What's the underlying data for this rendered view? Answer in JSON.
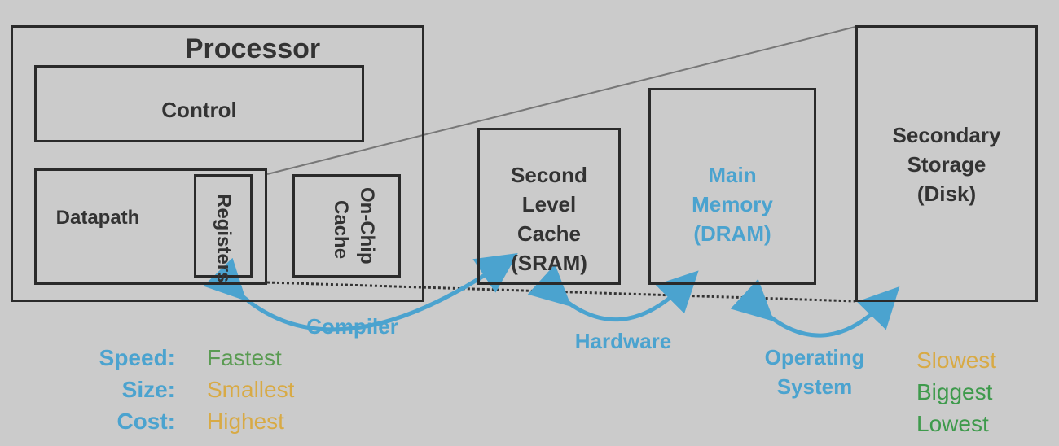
{
  "processor": {
    "title": "Processor",
    "control": "Control",
    "datapath": "Datapath"
  },
  "registers": "Registers",
  "onchip": {
    "line1": "On-Chip",
    "line2": "Cache"
  },
  "l2": {
    "line1": "Second",
    "line2": "Level",
    "line3": "Cache",
    "line4": "(SRAM)"
  },
  "main": {
    "line1": "Main",
    "line2": "Memory",
    "line3": "(DRAM)"
  },
  "secondary": {
    "line1": "Secondary",
    "line2": "Storage",
    "line3": "(Disk)"
  },
  "arrows": {
    "compiler": "Compiler",
    "hardware": "Hardware",
    "os1": "Operating",
    "os2": "System"
  },
  "legend_left": [
    {
      "label": "Speed:",
      "value": "Fastest"
    },
    {
      "label": "Size:",
      "value": "Smallest"
    },
    {
      "label": "Cost:",
      "value": "Highest"
    }
  ],
  "legend_right": [
    "Slowest",
    "Biggest",
    "Lowest"
  ],
  "colors": {
    "arrow": "#4ba3cf",
    "label_blue": "#4ba3cf",
    "green": "#5a9b52",
    "orange": "#d8aa45"
  }
}
